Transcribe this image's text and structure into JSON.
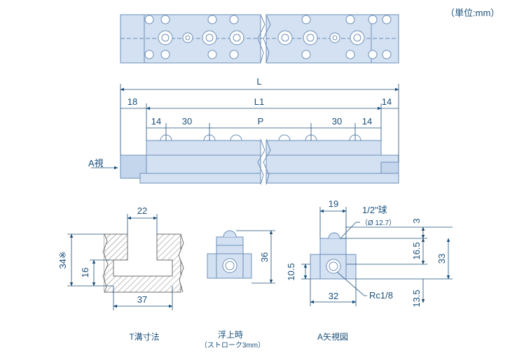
{
  "unit_note": "（単位:mm）",
  "side": {
    "overall": "L",
    "rail_length": "L1",
    "end_left": "18",
    "end_right": "14",
    "pitch": "P",
    "first_left": "14",
    "second_left": "30",
    "first_right": "14",
    "second_right": "30",
    "view_arrow": "A視"
  },
  "tslot": {
    "top_width": "22",
    "height_total": "34※",
    "height_slot": "16",
    "bottom_width": "37",
    "caption": "T溝寸法"
  },
  "floating": {
    "height": "36",
    "caption": "浮上時",
    "subcaption": "（ストローク3mm）"
  },
  "aview": {
    "top_width": "19",
    "ball": "1/2\"球",
    "ball_dia": "（Ø 12.7）",
    "h3": "3",
    "h16_5": "16.5",
    "h33": "33",
    "h13_5": "13.5",
    "h10_5": "10.5",
    "bottom_width": "32",
    "port": "Rc1/8",
    "caption": "A矢視図"
  },
  "colors": {
    "fill": "#d3e1f2",
    "fill_dark": "#b4c9e3",
    "line": "#6e8fb8",
    "dim": "#1a4f7a"
  }
}
